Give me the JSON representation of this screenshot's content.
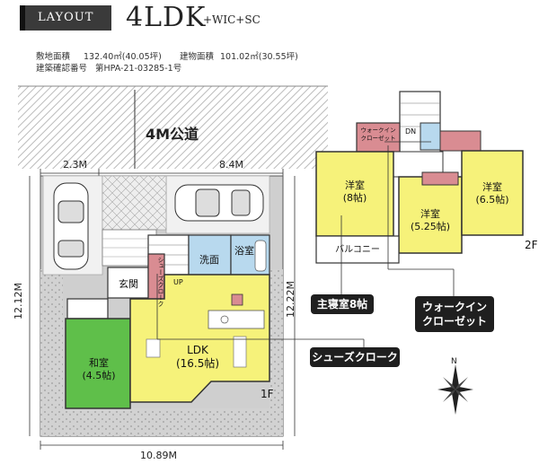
{
  "header": {
    "badge": "LAYOUT",
    "title": "4LDK",
    "subtitle": "+WIC+SC"
  },
  "specs": {
    "site_label": "敷地面積",
    "site_value": "132.40㎡(40.05坪)",
    "building_label": "建物面積",
    "building_value": "101.02㎡(30.55坪)",
    "cert_label": "建築確認番号",
    "cert_value": "第HPA-21-03285-1号"
  },
  "site": {
    "road": "4M公道",
    "dim_top_left": "2.3M",
    "dim_top_right": "8.4M",
    "dim_left": "12.12M",
    "dim_right": "12.22M",
    "dim_bottom": "10.89M"
  },
  "floor1": {
    "label": "1F",
    "rooms": {
      "washroom": "洗面",
      "bath": "浴室",
      "entrance": "玄関",
      "shoes_closet": "シューズクローク",
      "up": "UP",
      "japanese_name": "和室",
      "japanese_size": "(4.5帖)",
      "ldk_name": "LDK",
      "ldk_size": "(16.5帖)"
    }
  },
  "floor2": {
    "label": "2F",
    "rooms": {
      "bed1_name": "洋室",
      "bed1_size": "(8帖)",
      "bed2_name": "洋室",
      "bed2_size": "(5.25帖)",
      "bed3_name": "洋室",
      "bed3_size": "(6.5帖)",
      "balcony": "バルコニー",
      "dn": "DN",
      "wic": "ウォークイン クローゼット"
    }
  },
  "callouts": {
    "master": "主寝室8帖",
    "wic_line1": "ウォークイン",
    "wic_line2": "クローゼット",
    "shoes": "シューズクローク"
  },
  "compass": "N",
  "colors": {
    "room_yellow": "#f6f27a",
    "japanese_green": "#5fbf4a",
    "wet_blue": "#b8d9ee",
    "closet_pink": "#d98c92",
    "callout_bg": "#1f1f1f",
    "badge_bg": "#3a3a3a"
  }
}
